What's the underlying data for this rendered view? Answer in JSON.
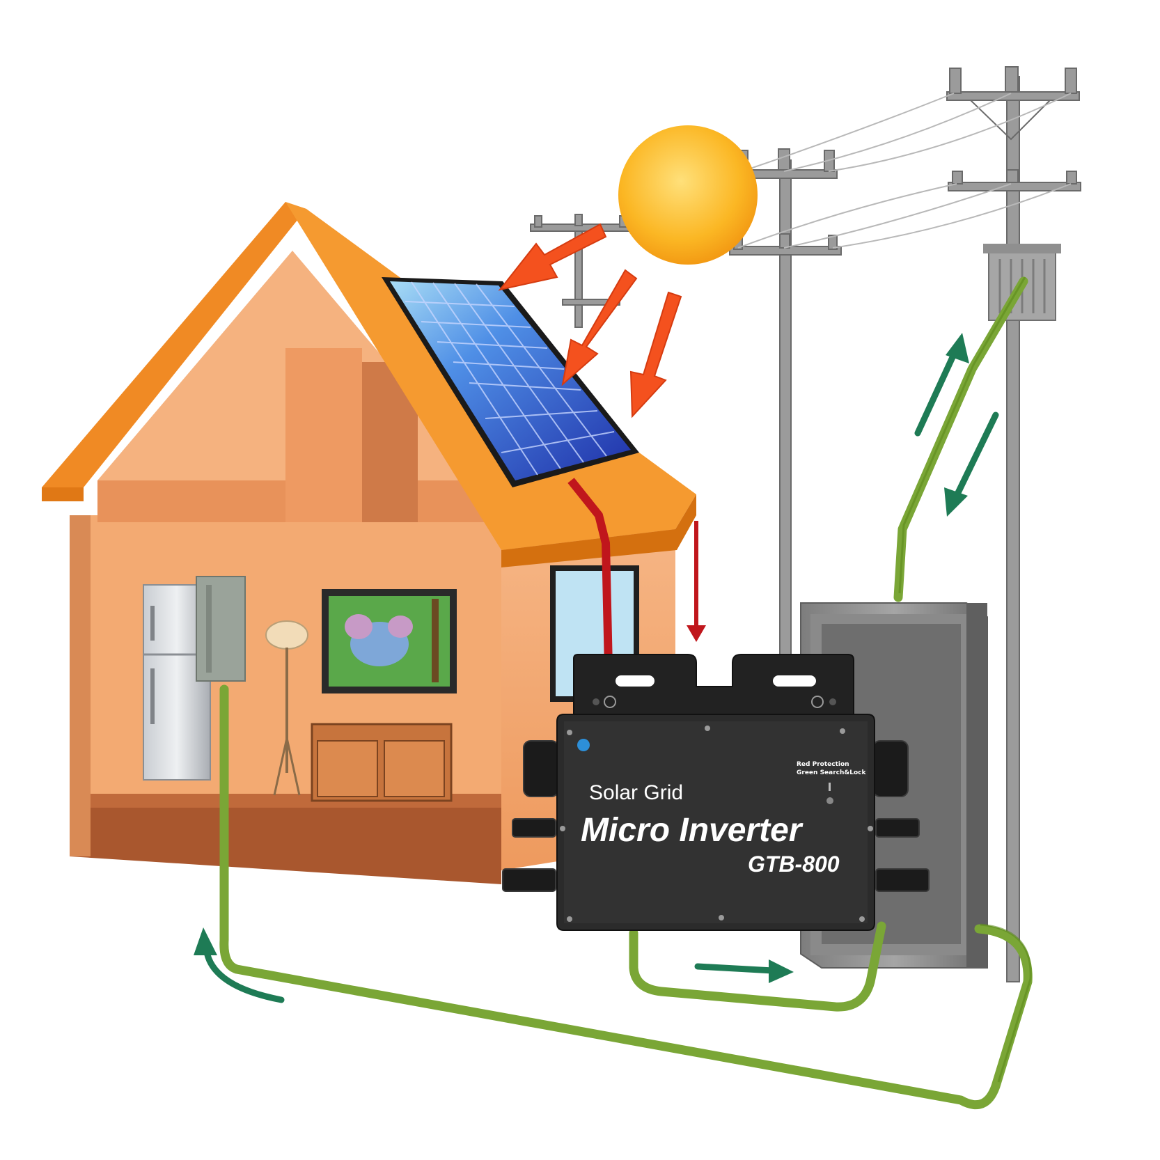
{
  "inverter": {
    "line1": "Solar Grid",
    "line2": "Micro Inverter",
    "model": "GTB-800",
    "led_label_1": "Red Protection",
    "led_label_2": "Green Search&Lock"
  },
  "colors": {
    "roof": "#f08a24",
    "wall": "#f4a46a",
    "panel": "#2e4fc9",
    "sun": "#fbb724",
    "sun_ray": "#f4511e",
    "ac_cable": "#7aa636",
    "dc_cable": "#c0161c",
    "flow_arrow": "#1e7b55",
    "inverter_body": "#2b2b2b",
    "meter_box": "#8c8c8c",
    "pole": "#9b9b9b"
  },
  "icons": [
    "sun-icon",
    "solar-panel-icon",
    "house-icon",
    "utility-pole-icon",
    "transformer-icon",
    "meter-box-icon",
    "micro-inverter-icon",
    "refrigerator-icon",
    "floor-lamp-icon",
    "tv-icon"
  ]
}
